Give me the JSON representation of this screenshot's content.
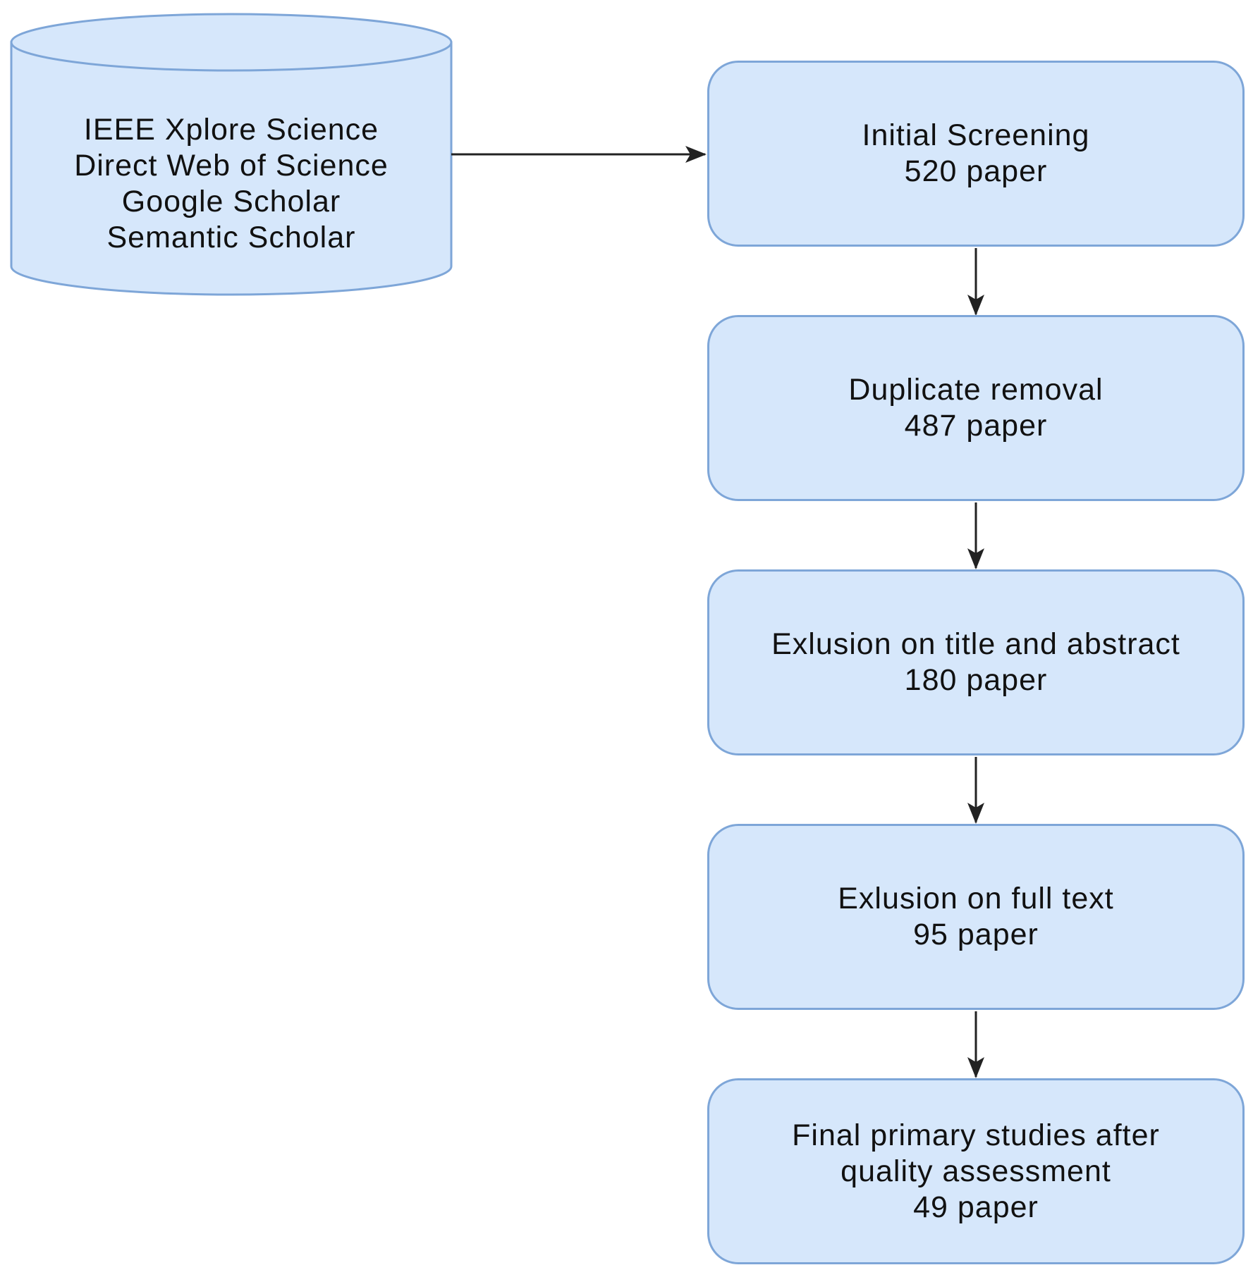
{
  "database": {
    "lines": [
      "IEEE Xplore Science",
      "Direct Web of Science",
      "Google Scholar",
      "Semantic Scholar"
    ]
  },
  "steps": [
    {
      "lines": [
        "Initial Screening",
        "520 paper"
      ]
    },
    {
      "lines": [
        "Duplicate removal",
        "487 paper"
      ]
    },
    {
      "lines": [
        "Exlusion on title and abstract",
        "180 paper"
      ]
    },
    {
      "lines": [
        "Exlusion on full text",
        "95 paper"
      ]
    },
    {
      "lines": [
        "Final primary studies after",
        "quality assessment",
        "49 paper"
      ]
    }
  ],
  "colors": {
    "fill": "#d6e7fb",
    "stroke": "#7ea6d8",
    "arrow": "#222222",
    "text": "#111111"
  }
}
